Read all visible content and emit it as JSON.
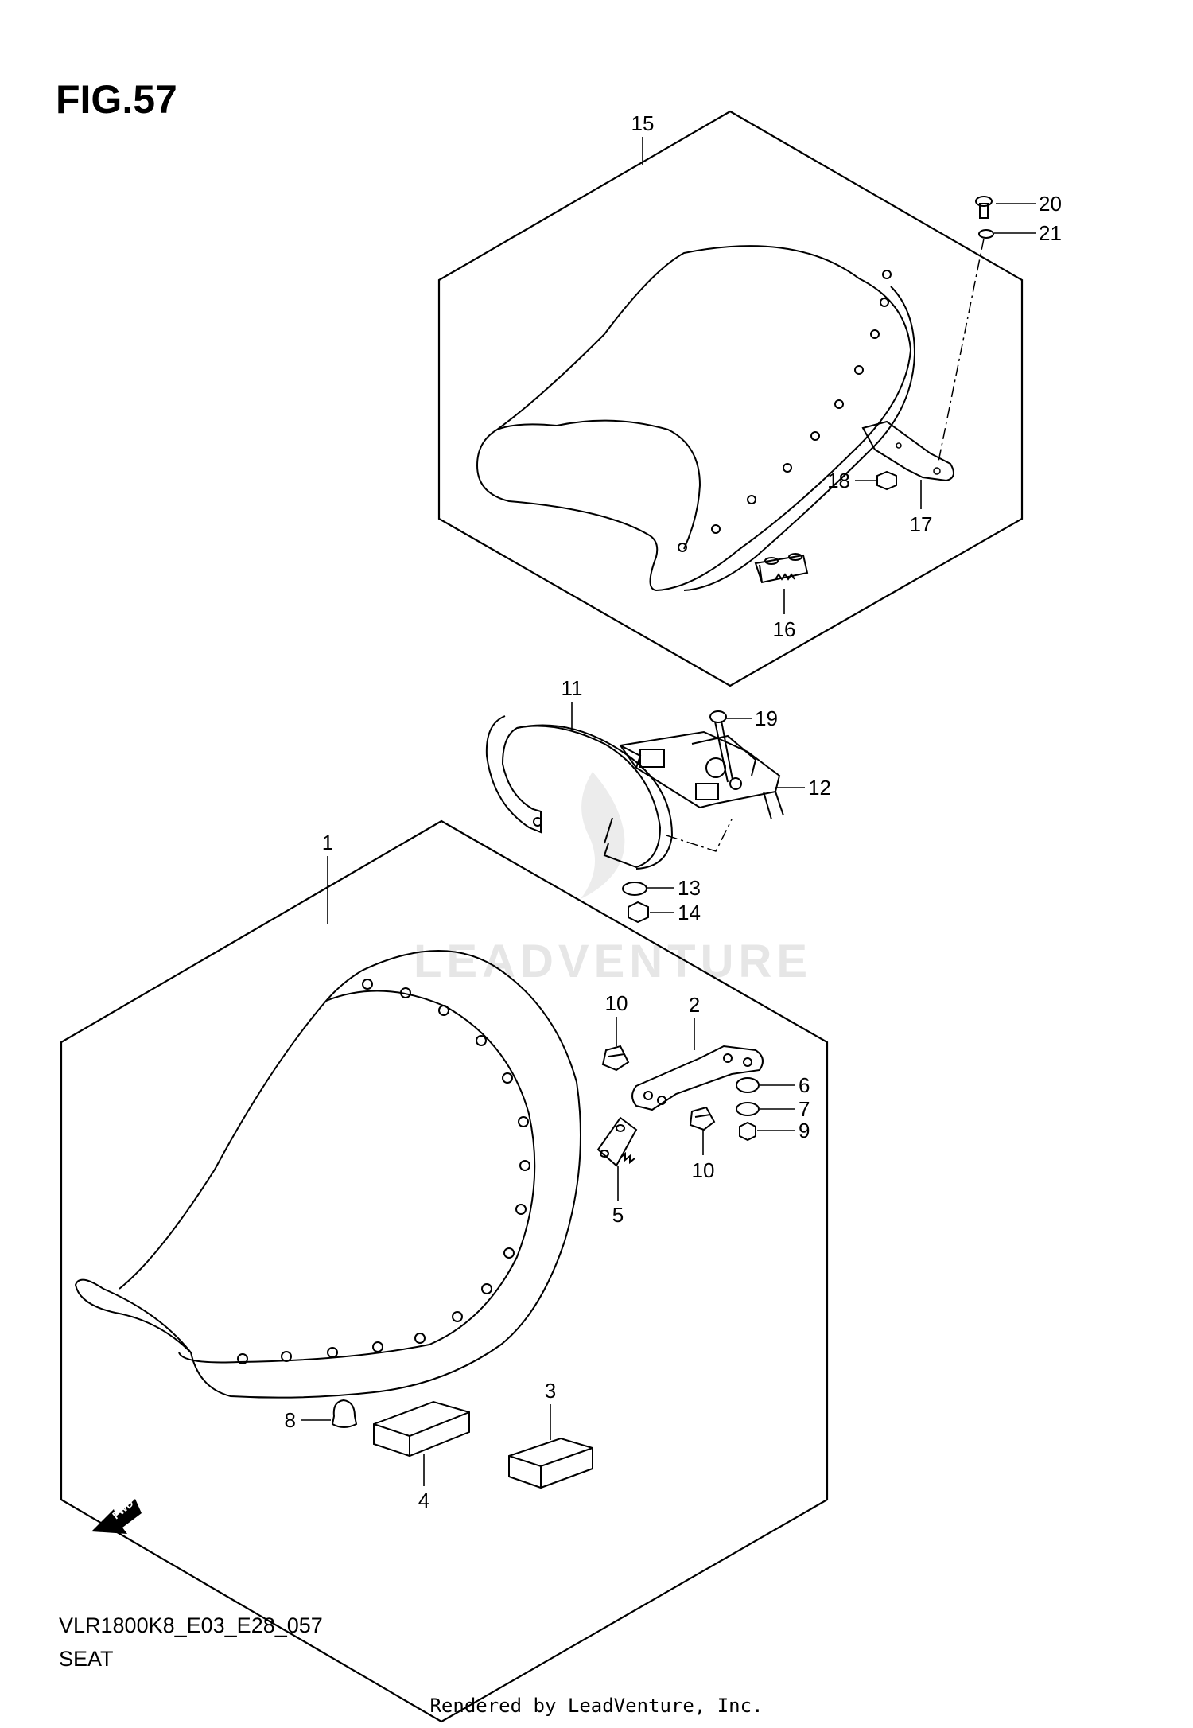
{
  "figure": {
    "title": "FIG.57"
  },
  "model_code": "VLR1800K8_E03_E28_057",
  "section": "SEAT",
  "footer": "Rendered by LeadVenture, Inc.",
  "watermark": "LEADVENTURE",
  "fwd_label": "FWD",
  "callouts": [
    "1",
    "2",
    "3",
    "4",
    "5",
    "6",
    "7",
    "8",
    "9",
    "10",
    "10",
    "11",
    "12",
    "13",
    "14",
    "15",
    "16",
    "17",
    "18",
    "19",
    "20",
    "21"
  ]
}
